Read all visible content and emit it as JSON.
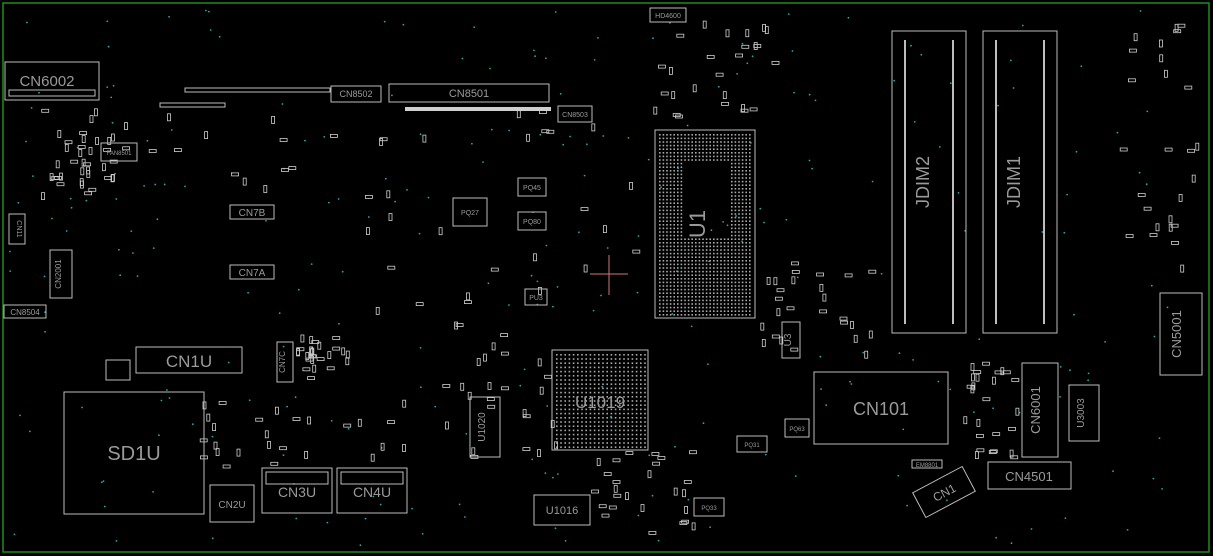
{
  "board": {
    "outline_color": "#1f8a1f",
    "silk_color": "#bdbdbd",
    "label_color": "#9a9a9a",
    "via_color": "#2aa7a0",
    "components": {
      "hd4600": "HD4600",
      "cn6002": "CN6002",
      "cn8502": "CN8502",
      "cn8501": "CN8501",
      "cn8503": "CN8503",
      "fan8501": "FAN8501",
      "cn7b": "CN7B",
      "cn7a": "CN7A",
      "cn2001": "CN2001",
      "cn8504": "CN8504",
      "cn11": "CN11",
      "cn1u": "CN1U",
      "cn7c": "CN7C",
      "sd1u": "SD1U",
      "cn2u": "CN2U",
      "cn3u": "CN3U",
      "cn4u": "CN4U",
      "pq27": "PQ27",
      "pq45": "PQ45",
      "pq80": "PQ80",
      "pu3": "PU3",
      "u1": "U1",
      "u3": "U3",
      "u1019": "U1019",
      "u1020": "U1020",
      "u1016": "U1016",
      "pq31": "PQ31",
      "pq33": "PQ33",
      "pq63": "PQ63",
      "cn101": "CN101",
      "jdim2": "JDIM2",
      "jdim1": "JDIM1",
      "cn6001": "CN6001",
      "u3003": "U3003",
      "cn5001": "CN5001",
      "cn4501": "CN4501",
      "cn1": "CN1",
      "em8801": "EM8801"
    }
  }
}
